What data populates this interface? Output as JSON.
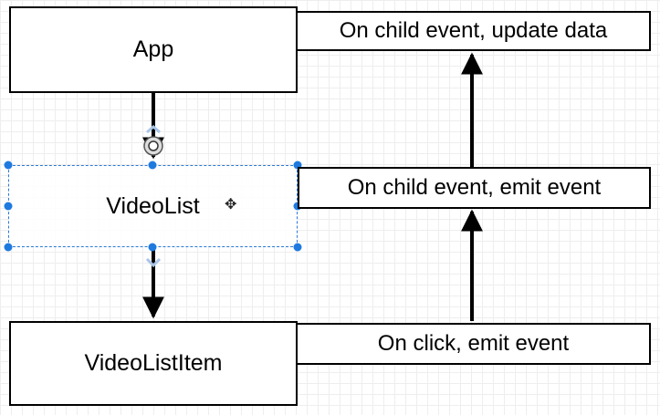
{
  "nodes": {
    "app": "App",
    "video_list": "VideoList",
    "video_list_item": "VideoListItem"
  },
  "notes": {
    "app_note": "On child event, update data",
    "list_note": "On child event, emit event",
    "item_note": "On click, emit event"
  },
  "selection": {
    "selected_node": "VideoList",
    "handle_color": "#1f7ae0"
  },
  "colors": {
    "stroke": "#000000",
    "grid": "#eeeeee",
    "selection": "#2b79d6"
  }
}
